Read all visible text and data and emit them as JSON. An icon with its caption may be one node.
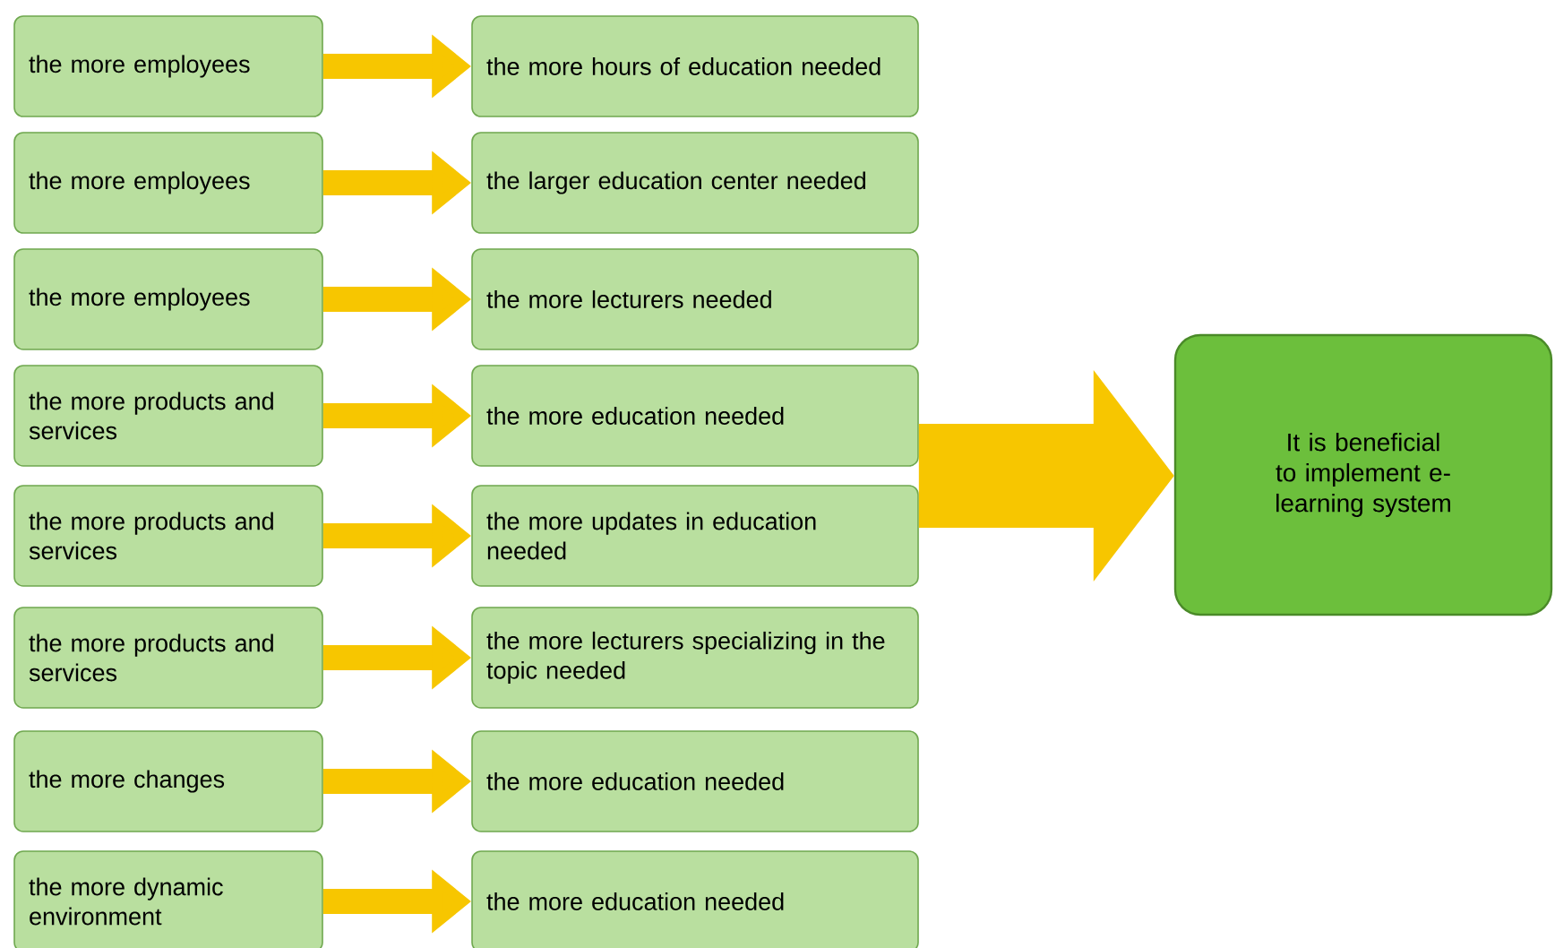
{
  "diagram": {
    "nodes": [
      {
        "text": [
          "the more employees"
        ]
      },
      {
        "text": [
          "the more hours of education needed"
        ]
      },
      {
        "text": [
          "the more employees"
        ]
      },
      {
        "text": [
          "the larger education center needed"
        ]
      },
      {
        "text": [
          "the more employees"
        ]
      },
      {
        "text": [
          "the more lecturers needed"
        ]
      },
      {
        "text": [
          "the more products and services"
        ]
      },
      {
        "text": [
          "the more education needed"
        ]
      },
      {
        "text": [
          "the more products and services"
        ]
      },
      {
        "text": [
          "the more updates in education needed"
        ]
      },
      {
        "text": [
          "the more products and services"
        ]
      },
      {
        "text": [
          "the more lecturers specializing in the topic needed"
        ]
      },
      {
        "text": [
          "the more changes"
        ]
      },
      {
        "text": [
          "the more education needed"
        ]
      },
      {
        "text": [
          "the more dynamic environment"
        ]
      },
      {
        "text": [
          "the more education needed"
        ]
      },
      {
        "text": [
          "It is beneficial to implement e-learning system"
        ]
      }
    ],
    "edges": [
      {
        "from": 0,
        "to": 1,
        "arrow": "to"
      },
      {
        "from": 2,
        "to": 3,
        "arrow": "to"
      },
      {
        "from": 4,
        "to": 5,
        "arrow": "to"
      },
      {
        "from": 6,
        "to": 7,
        "arrow": "to"
      },
      {
        "from": 8,
        "to": 9,
        "arrow": "to"
      },
      {
        "from": 10,
        "to": 11,
        "arrow": "to"
      },
      {
        "from": 12,
        "to": 13,
        "arrow": "to"
      },
      {
        "from": 14,
        "to": 15,
        "arrow": "to"
      },
      {
        "from": 7,
        "to": 16,
        "arrow": "to",
        "style": "thick"
      },
      {
        "from": 9,
        "to": 16,
        "arrow": "to",
        "style": "thick"
      }
    ]
  }
}
